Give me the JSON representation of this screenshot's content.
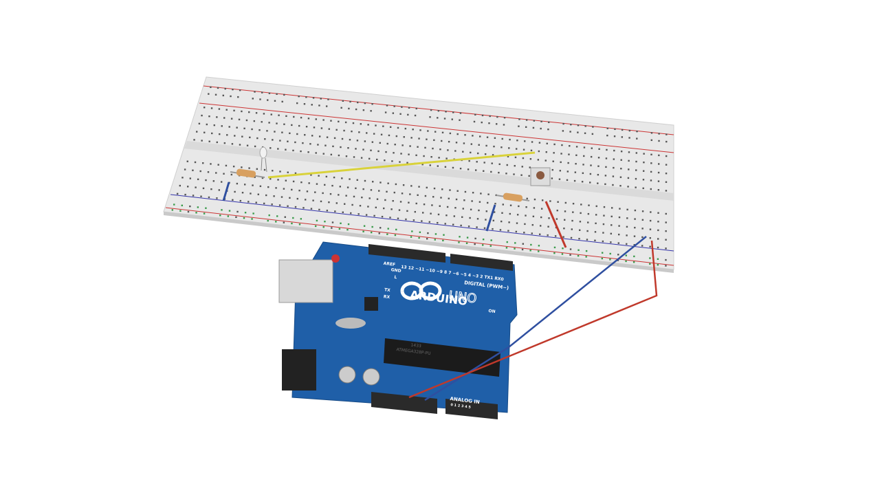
{
  "board": {
    "brand": "ARDUINO",
    "model": "UNO",
    "digital_label": "DIGITAL (PWM~)",
    "analog_label": "ANALOG IN",
    "chip_label": "ATMEGA328P-PU",
    "chip_code": "1433",
    "on_label": "ON",
    "tx_label": "TX",
    "rx_label": "RX",
    "l_label": "L",
    "aref_label": "AREF",
    "gnd_label": "GND",
    "digital_pins": "13 12 ~11 ~10 ~9 8   7 ~6 ~5 4 ~3 2 TX1 RX0",
    "analog_pins": "0 1 2 3 4 5"
  },
  "colors": {
    "board": "#1f5fa8",
    "breadboard": "#e6e6e6",
    "wire_yellow": "#d9d23a",
    "wire_blue": "#2f4fa0",
    "wire_red": "#c0392b"
  }
}
